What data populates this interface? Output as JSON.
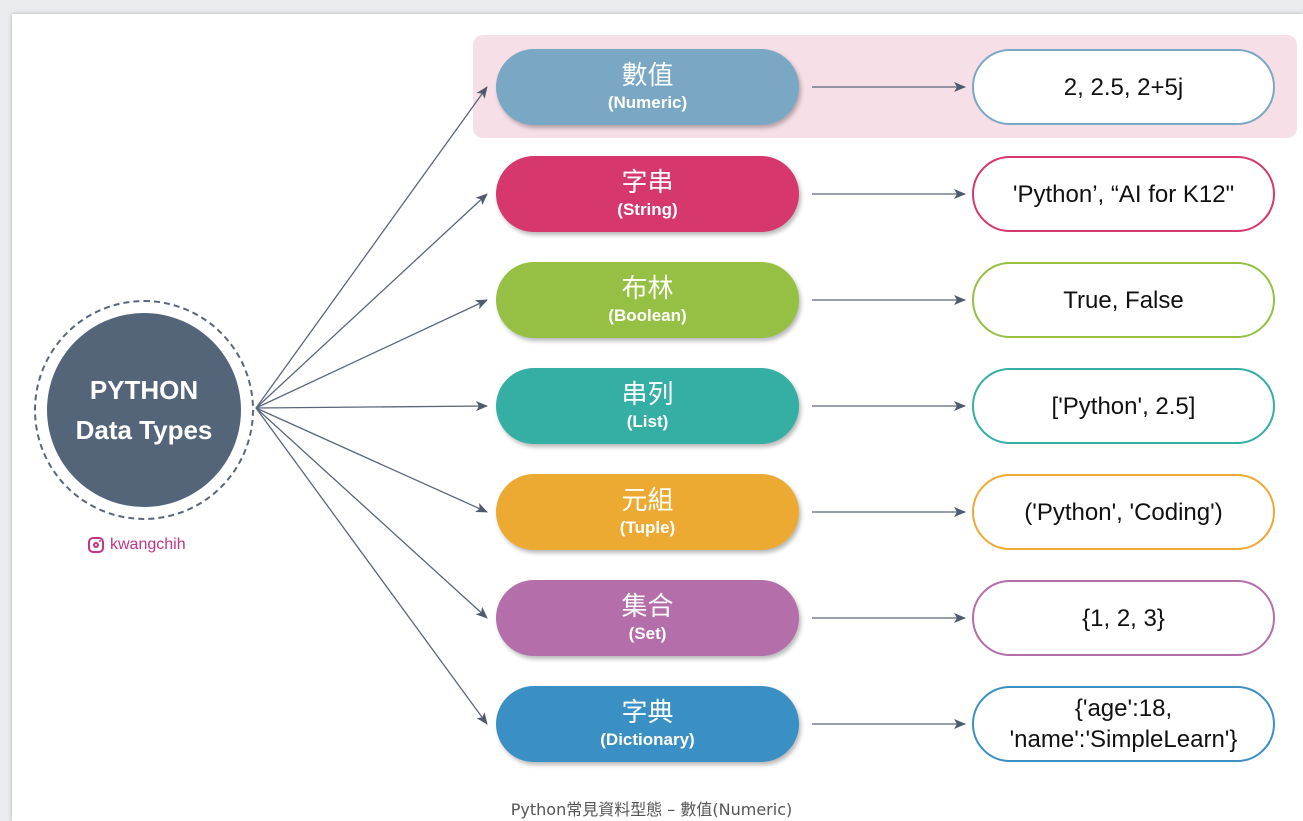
{
  "center": {
    "line1": "PYTHON",
    "line2": "Data Types"
  },
  "credit": {
    "handle": "kwangchih",
    "icon": "instagram-icon"
  },
  "caption": "Python常見資料型態 – 數值(Numeric)",
  "highlight_color": "#f6dfe6",
  "types": [
    {
      "zh": "數值",
      "en": "(Numeric)",
      "color": "#7aa7c4",
      "example": "2, 2.5, 2+5j"
    },
    {
      "zh": "字串",
      "en": "(String)",
      "color": "#d6376c",
      "example": "'Python’, “AI for K12\""
    },
    {
      "zh": "布林",
      "en": "(Boolean)",
      "color": "#95c043",
      "example": "True, False"
    },
    {
      "zh": "串列",
      "en": "(List)",
      "color": "#35aea4",
      "example": "['Python', 2.5]"
    },
    {
      "zh": "元組",
      "en": "(Tuple)",
      "color": "#ecaa33",
      "example": "('Python', 'Coding')"
    },
    {
      "zh": "集合",
      "en": "(Set)",
      "color": "#b46ea9",
      "example": "{1, 2, 3}"
    },
    {
      "zh": "字典",
      "en": "(Dictionary)",
      "color": "#3a8fc4",
      "example": "{'age':18,\n'name':'SimpleLearn'}"
    }
  ]
}
